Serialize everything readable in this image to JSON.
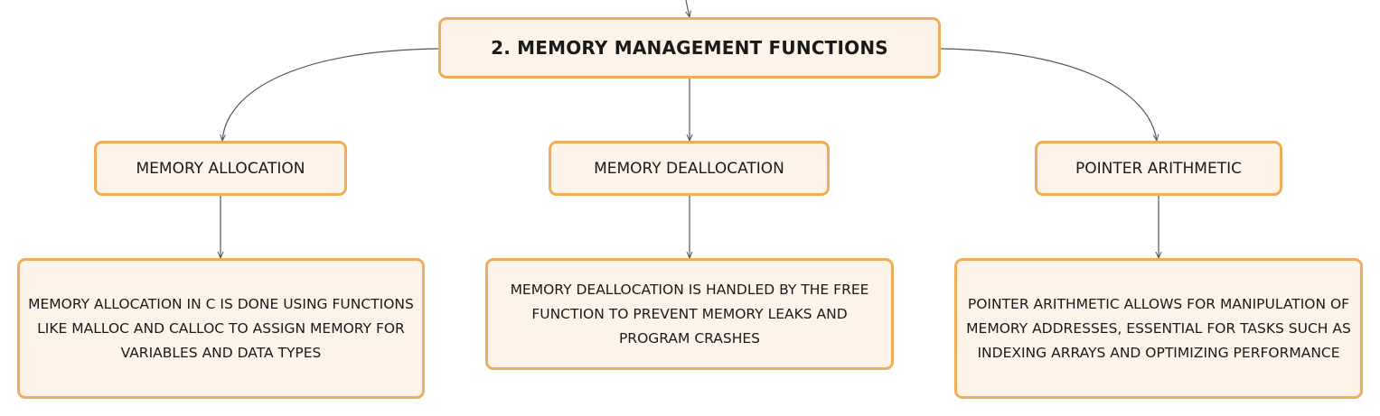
{
  "root": {
    "label": "2. MEMORY MANAGEMENT FUNCTIONS"
  },
  "branches": [
    {
      "label": "MEMORY ALLOCATION",
      "description": "MEMORY ALLOCATION IN C IS DONE USING FUNCTIONS LIKE MALLOC AND CALLOC TO ASSIGN MEMORY FOR VARIABLES AND DATA TYPES"
    },
    {
      "label": "MEMORY DEALLOCATION",
      "description": "MEMORY DEALLOCATION IS HANDLED BY THE FREE FUNCTION TO PREVENT MEMORY LEAKS AND PROGRAM CRASHES"
    },
    {
      "label": "POINTER ARITHMETIC",
      "description": "POINTER ARITHMETIC ALLOWS FOR MANIPULATION OF MEMORY ADDRESSES, ESSENTIAL FOR TASKS SUCH AS INDEXING ARRAYS AND OPTIMIZING PERFORMANCE"
    }
  ],
  "colors": {
    "node_fill": "#fdf3e8",
    "node_border": "#f0ac5a",
    "connector": "#555555"
  }
}
